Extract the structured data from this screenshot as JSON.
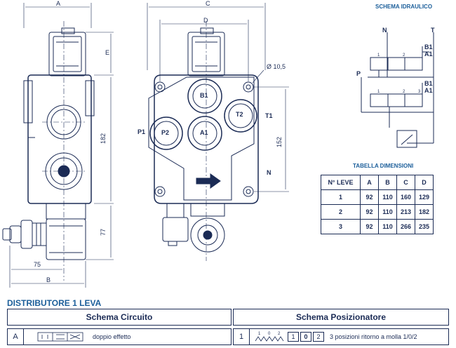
{
  "dimensions": {
    "A": "A",
    "B": "B",
    "C": "C",
    "D": "D",
    "E": "E",
    "h182": "182",
    "h77": "77",
    "w75": "75",
    "h152": "152",
    "hole": "Ø 10,5"
  },
  "ports": {
    "B1": "B1",
    "A1": "A1",
    "T2": "T2",
    "P2": "P2",
    "T1": "T1",
    "P1": "P1",
    "N": "N"
  },
  "hydraulic_schema": {
    "title": "SCHEMA IDRAULICO",
    "N": "N",
    "T": "T",
    "B1": "B1",
    "A1": "A1",
    "P": "P",
    "n1": "1",
    "n2": "2",
    "n3": "3"
  },
  "dimension_table": {
    "title": "TABELLA DIMENSIONI",
    "headers": [
      "N° LEVE",
      "A",
      "B",
      "C",
      "D"
    ],
    "rows": [
      [
        "1",
        "92",
        "110",
        "160",
        "129"
      ],
      [
        "2",
        "92",
        "110",
        "213",
        "182"
      ],
      [
        "3",
        "92",
        "110",
        "266",
        "235"
      ]
    ]
  },
  "section_title": "DISTRIBUTORE 1 LEVA",
  "circuit": {
    "header": "Schema Circuito",
    "code": "A",
    "label": "doppio effetto"
  },
  "positioner": {
    "header": "Schema Posizionatore",
    "code": "1",
    "boxes": [
      "1",
      "0",
      "2"
    ],
    "label": "3 posizioni ritorno a molla 1/0/2",
    "marks": [
      "1",
      "0",
      "2"
    ]
  },
  "colors": {
    "line": "#1b2b55",
    "accent": "#1b5e9a"
  }
}
